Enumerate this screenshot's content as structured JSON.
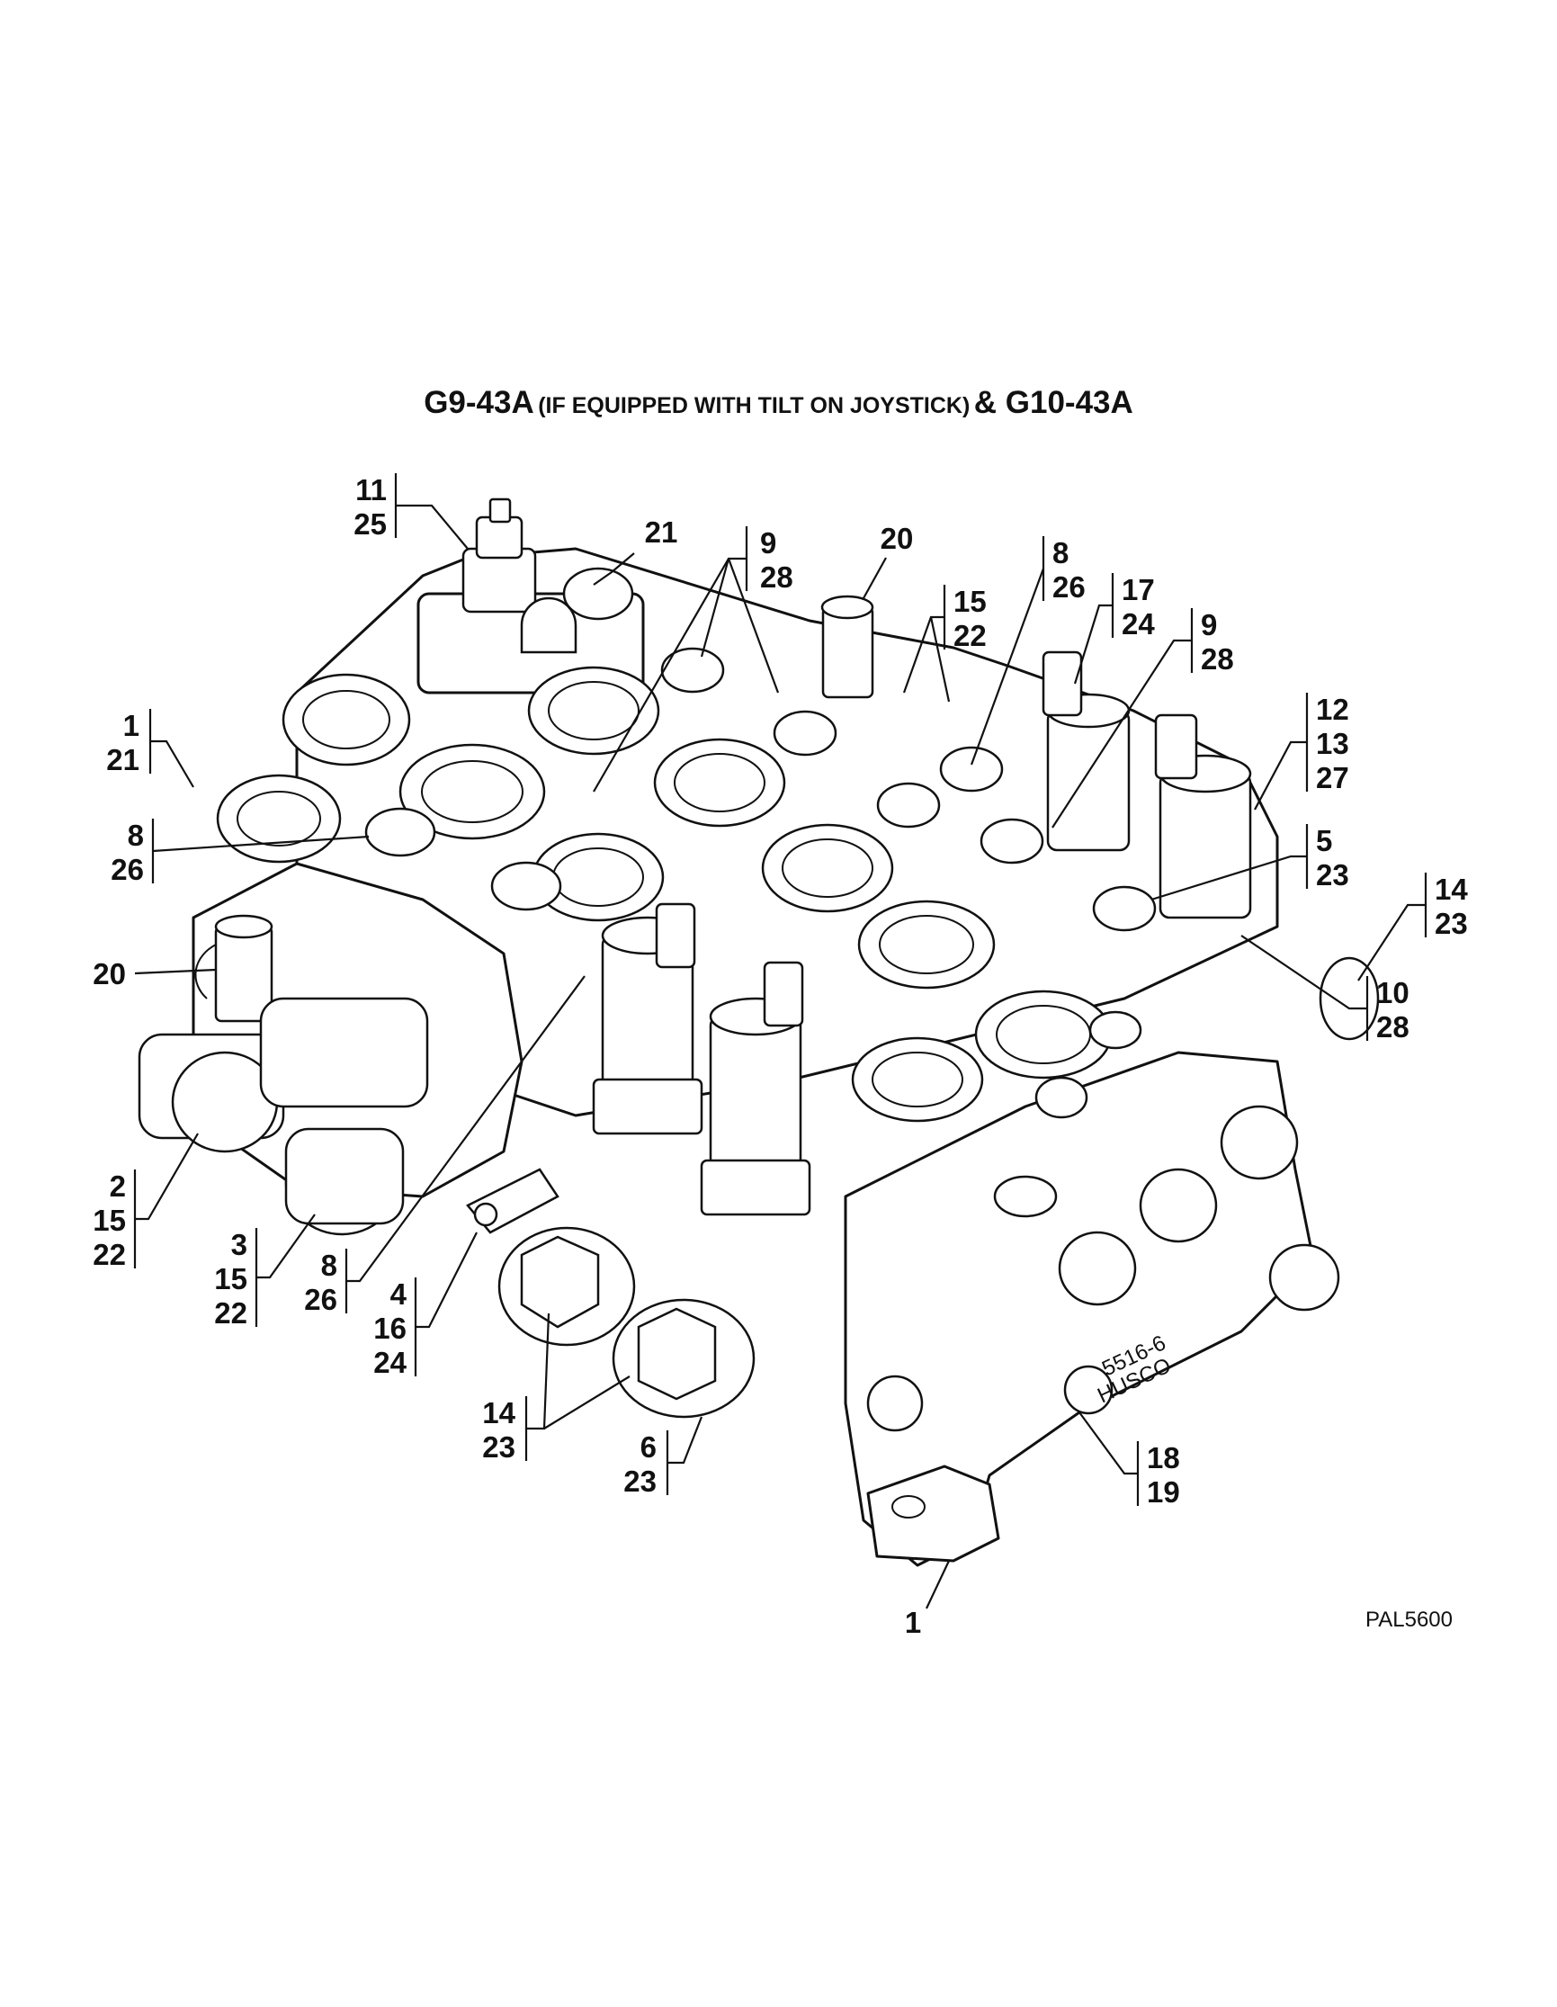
{
  "title": {
    "part1": "G9-43A",
    "part2": "(IF EQUIPPED WITH TILT ON JOYSTICK)",
    "part3": "& G10-43A"
  },
  "callouts": [
    {
      "id": "c-11-25",
      "lines": [
        "11",
        "25"
      ]
    },
    {
      "id": "c-21",
      "lines": [
        "21"
      ]
    },
    {
      "id": "c-9-28-a",
      "lines": [
        "9",
        "28"
      ]
    },
    {
      "id": "c-20-top",
      "lines": [
        "20"
      ]
    },
    {
      "id": "c-15-22",
      "lines": [
        "15",
        "22"
      ]
    },
    {
      "id": "c-8-26-top",
      "lines": [
        "8",
        "26"
      ]
    },
    {
      "id": "c-17-24",
      "lines": [
        "17",
        "24"
      ]
    },
    {
      "id": "c-9-28-b",
      "lines": [
        "9",
        "28"
      ]
    },
    {
      "id": "c-12-13-27",
      "lines": [
        "12",
        "13",
        "27"
      ]
    },
    {
      "id": "c-1-21",
      "lines": [
        "1",
        "21"
      ]
    },
    {
      "id": "c-8-26-left",
      "lines": [
        "8",
        "26"
      ]
    },
    {
      "id": "c-5-23",
      "lines": [
        "5",
        "23"
      ]
    },
    {
      "id": "c-14-23-right",
      "lines": [
        "14",
        "23"
      ]
    },
    {
      "id": "c-20-left",
      "lines": [
        "20"
      ]
    },
    {
      "id": "c-10-28",
      "lines": [
        "10",
        "28"
      ]
    },
    {
      "id": "c-2-15-22",
      "lines": [
        "2",
        "15",
        "22"
      ]
    },
    {
      "id": "c-3-15-22",
      "lines": [
        "3",
        "15",
        "22"
      ]
    },
    {
      "id": "c-8-26-bottom",
      "lines": [
        "8",
        "26"
      ]
    },
    {
      "id": "c-4-16-24",
      "lines": [
        "4",
        "16",
        "24"
      ]
    },
    {
      "id": "c-14-23-bottom",
      "lines": [
        "14",
        "23"
      ]
    },
    {
      "id": "c-6-23",
      "lines": [
        "6",
        "23"
      ]
    },
    {
      "id": "c-18-19",
      "lines": [
        "18",
        "19"
      ]
    },
    {
      "id": "c-1-bottom",
      "lines": [
        "1"
      ]
    }
  ],
  "drawing_code": "PAL5600",
  "body_marking": {
    "line1": "5516-6",
    "line2": "HUSCO"
  }
}
